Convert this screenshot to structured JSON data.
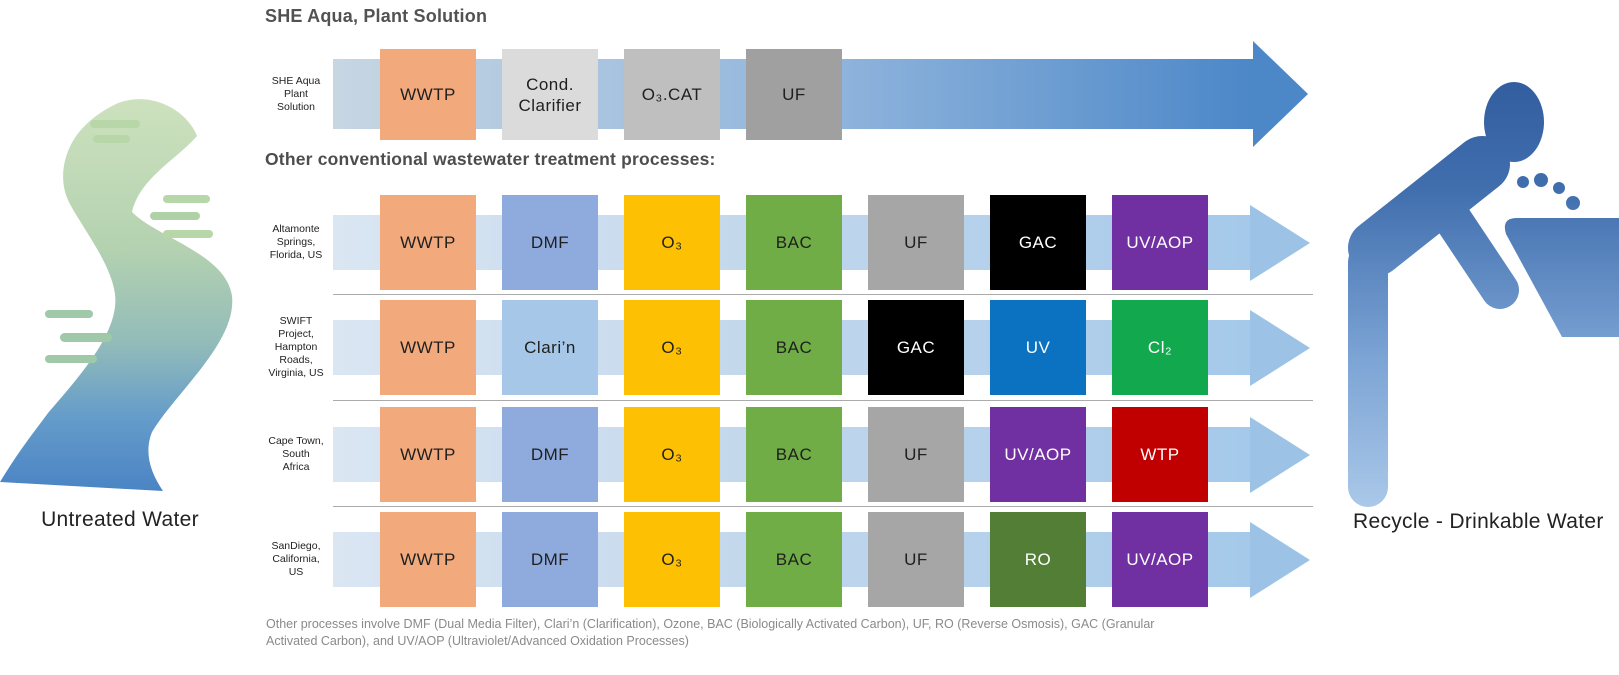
{
  "title": "SHE Aqua, Plant Solution",
  "section_heading": "Other conventional wastewater treatment processes:",
  "left_label": "Untreated Water",
  "right_label": "Recycle - Drinkable Water",
  "footnote": "Other processes involve DMF (Dual Media Filter), Clari’n (Clarification), Ozone, BAC (Biologically Activated Carbon), UF, RO (Reverse Osmosis), GAC (Granular\nActivated Carbon), and UV/AOP (Ultraviolet/Advanced Oxidation Processes)",
  "icons": {
    "left": "untreated-water-river-icon",
    "right": "person-drinking-fountain-icon"
  },
  "colors": {
    "she_arrow": "#4c87c8",
    "conventional_arrow": "#9cc3e6",
    "separator": "#ababab",
    "river_green": "#cde1be",
    "river_blue": "#4b84c4",
    "person_blue_dark": "#2e589b",
    "person_blue_light": "#aecbea"
  },
  "rows": [
    {
      "label": "SHE Aqua\nPlant\nSolution",
      "steps": [
        {
          "text": "WWTP",
          "color": "#f2aa7d",
          "text_color": "#1f1f1f"
        },
        {
          "text": "Cond.\nClarifier",
          "color": "#dbdbdb",
          "text_color": "#1f1f1f"
        },
        {
          "text": "O₃.CAT",
          "color": "#bfbfbf",
          "text_color": "#1f1f1f"
        },
        {
          "text": "UF",
          "color": "#a0a0a0",
          "text_color": "#1f1f1f"
        }
      ]
    },
    {
      "label": "Altamonte\nSprings,\nFlorida, US",
      "steps": [
        {
          "text": "WWTP",
          "color": "#f2aa7d",
          "text_color": "#1f1f1f"
        },
        {
          "text": "DMF",
          "color": "#8faadc",
          "text_color": "#1f1f1f"
        },
        {
          "text": "O₃",
          "color": "#fec002",
          "text_color": "#1f1f1f"
        },
        {
          "text": "BAC",
          "color": "#70ad47",
          "text_color": "#1f1f1f"
        },
        {
          "text": "UF",
          "color": "#a6a6a6",
          "text_color": "#1f1f1f"
        },
        {
          "text": "GAC",
          "color": "#000000",
          "text_color": "#ffffff"
        },
        {
          "text": "UV/AOP",
          "color": "#7130a1",
          "text_color": "#ffffff"
        }
      ]
    },
    {
      "label": "SWIFT\nProject,\nHampton\nRoads,\nVirginia, US",
      "steps": [
        {
          "text": "WWTP",
          "color": "#f2aa7d",
          "text_color": "#1f1f1f"
        },
        {
          "text": "Clari’n",
          "color": "#a6c7e7",
          "text_color": "#1f1f1f"
        },
        {
          "text": "O₃",
          "color": "#fec002",
          "text_color": "#1f1f1f"
        },
        {
          "text": "BAC",
          "color": "#70ad47",
          "text_color": "#1f1f1f"
        },
        {
          "text": "GAC",
          "color": "#000000",
          "text_color": "#ffffff"
        },
        {
          "text": "UV",
          "color": "#0b72c2",
          "text_color": "#ffffff"
        },
        {
          "text": "Cl₂",
          "color": "#12a94e",
          "text_color": "#ffffff"
        }
      ]
    },
    {
      "label": "Cape Town,\nSouth\nAfrica",
      "steps": [
        {
          "text": "WWTP",
          "color": "#f2aa7d",
          "text_color": "#1f1f1f"
        },
        {
          "text": "DMF",
          "color": "#8faadc",
          "text_color": "#1f1f1f"
        },
        {
          "text": "O₃",
          "color": "#fec002",
          "text_color": "#1f1f1f"
        },
        {
          "text": "BAC",
          "color": "#70ad47",
          "text_color": "#1f1f1f"
        },
        {
          "text": "UF",
          "color": "#a6a6a6",
          "text_color": "#1f1f1f"
        },
        {
          "text": "UV/AOP",
          "color": "#7130a1",
          "text_color": "#ffffff"
        },
        {
          "text": "WTP",
          "color": "#c00000",
          "text_color": "#ffffff"
        }
      ]
    },
    {
      "label": "SanDiego,\nCalifornia,\nUS",
      "steps": [
        {
          "text": "WWTP",
          "color": "#f2aa7d",
          "text_color": "#1f1f1f"
        },
        {
          "text": "DMF",
          "color": "#8faadc",
          "text_color": "#1f1f1f"
        },
        {
          "text": "O₃",
          "color": "#fec002",
          "text_color": "#1f1f1f"
        },
        {
          "text": "BAC",
          "color": "#70ad47",
          "text_color": "#1f1f1f"
        },
        {
          "text": "UF",
          "color": "#a6a6a6",
          "text_color": "#1f1f1f"
        },
        {
          "text": "RO",
          "color": "#527f35",
          "text_color": "#ffffff"
        },
        {
          "text": "UV/AOP",
          "color": "#7130a1",
          "text_color": "#ffffff"
        }
      ]
    }
  ]
}
